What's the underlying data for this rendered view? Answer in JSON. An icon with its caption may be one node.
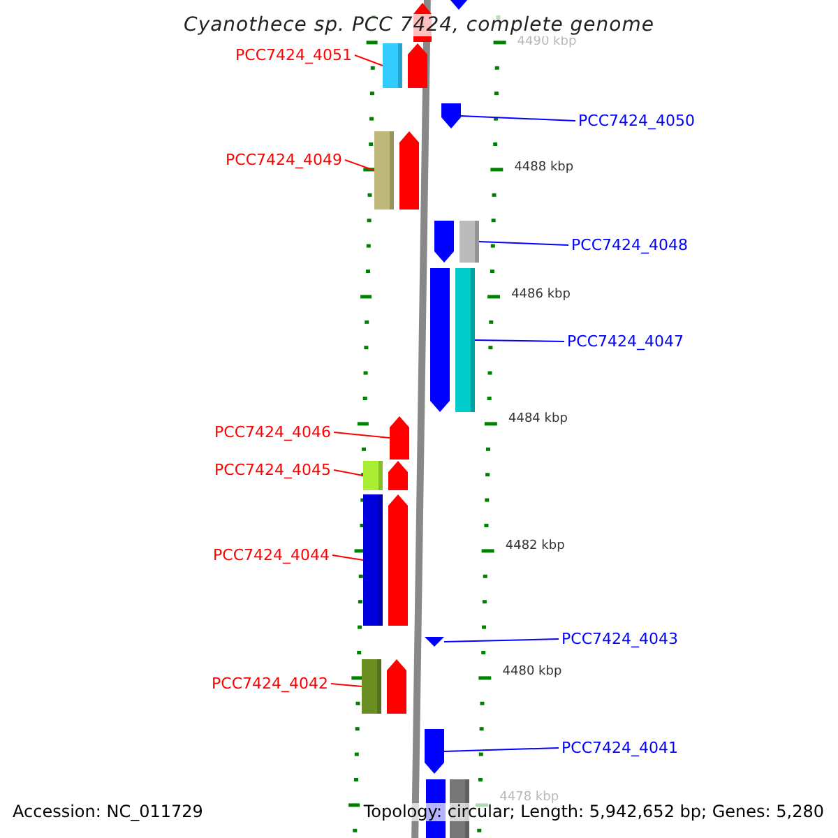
{
  "diagram": {
    "title": "Cyanothece sp. PCC 7424, complete genome",
    "nodes": [
      {
        "text": [
          "PCC7424_4051"
        ]
      },
      {
        "text": [],
        "shape": "arrow"
      },
      {
        "text": [
          "PCC7424_4050"
        ]
      },
      {
        "text": [],
        "shape": "arrow"
      },
      {
        "text": [
          "PCC7424_4049"
        ]
      },
      {
        "text": [],
        "shape": "arrow"
      },
      {
        "text": [
          "PCC7424_4048"
        ]
      },
      {
        "text": [],
        "shape": "arrow"
      },
      {
        "text": [
          "PCC7424_4047"
        ]
      },
      {
        "text": [],
        "shape": "arrow"
      },
      {
        "text": [
          "PCC7424_4046"
        ]
      },
      {
        "text": [],
        "shape": "arrow"
      },
      {
        "text": [
          "PCC7424_4045"
        ]
      },
      {
        "text": [],
        "shape": "arrow"
      },
      {
        "text": [
          "PCC7424_4044"
        ]
      },
      {
        "text": [],
        "shape": "arrow"
      },
      {
        "text": [
          "PCC7424_4043"
        ]
      },
      {
        "text": [],
        "shape": "arrow"
      },
      {
        "text": [
          "PCC7424_4042"
        ]
      },
      {
        "text": [],
        "shape": "arrow"
      },
      {
        "text": [
          "PCC7424_4041"
        ]
      },
      {
        "text": [],
        "shape": "arrow"
      }
    ],
    "edges": [
      {
        "from": 0,
        "to": 1,
        "arrow": "none"
      },
      {
        "from": 2,
        "to": 3,
        "arrow": "none",
        "color": "#0000ff"
      },
      {
        "from": 4,
        "to": 5,
        "arrow": "none"
      },
      {
        "from": 6,
        "to": 7,
        "arrow": "none",
        "color": "#0000ff"
      },
      {
        "from": 8,
        "to": 9,
        "arrow": "none",
        "color": "#0000ff"
      },
      {
        "from": 10,
        "to": 11,
        "arrow": "none"
      },
      {
        "from": 12,
        "to": 13,
        "arrow": "none"
      },
      {
        "from": 14,
        "to": 15,
        "arrow": "none"
      },
      {
        "from": 16,
        "to": 17,
        "arrow": "none",
        "color": "#0000ff"
      },
      {
        "from": 18,
        "to": 19,
        "arrow": "none"
      },
      {
        "from": 20,
        "to": 21,
        "arrow": "none",
        "color": "#0000ff"
      }
    ],
    "labels": [
      "4490 kbp",
      "4488 kbp",
      "4486 kbp",
      "4484 kbp",
      "4482 kbp",
      "4480 kbp",
      "4478 kbp",
      "Accession: NC_011729",
      "Topology: circular; Length: 5,942,652 bp; Genes: 5,280"
    ]
  }
}
